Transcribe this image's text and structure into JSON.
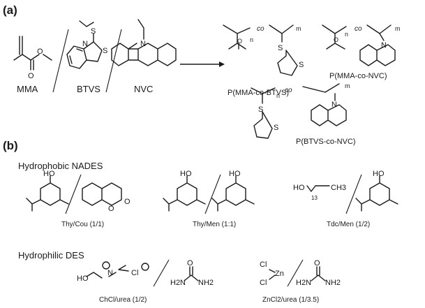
{
  "panel_a": {
    "label": "(a)",
    "monomers": [
      "MMA",
      "BTVS",
      "NVC"
    ],
    "products": [
      "P(MMA-co-BTVS)",
      "P(MMA-co-NVC)",
      "P(BTVS-co-NVC)"
    ],
    "copolymer_link": "co",
    "subscript_n": "n",
    "subscript_m": "m"
  },
  "panel_b": {
    "label": "(b)",
    "hydrophobic": {
      "title": "Hydrophobic NADES",
      "items": [
        "Thy/Cou (1/1)",
        "Thy/Men (1:1)",
        "Tdc/Men (1/2)"
      ]
    },
    "hydrophilic": {
      "title": "Hydrophilic DES",
      "items": [
        "ChCl/urea (1/2)",
        "ZnCl2/urea (1/3.5)"
      ]
    }
  },
  "atoms": {
    "O": "O",
    "S": "S",
    "N": "N",
    "HO": "HO",
    "Cl": "Cl",
    "Zn": "Zn",
    "CH3": "CH3",
    "H2N": "H2N",
    "NH2": "NH2",
    "n13": "13"
  }
}
